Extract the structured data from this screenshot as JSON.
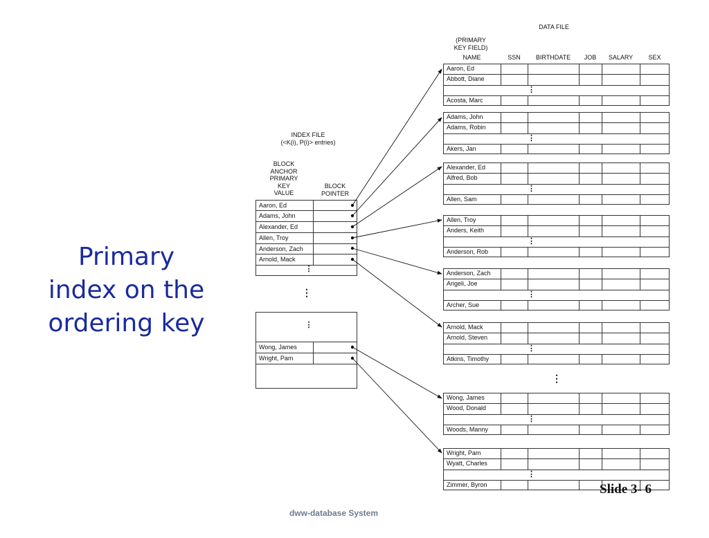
{
  "title_lines": [
    "Primary",
    "index on the",
    "ordering key"
  ],
  "footer": "dww-database System",
  "slide_number": "Slide 3- 6",
  "data_file": {
    "label": "DATA FILE",
    "primary_key_label": [
      "(PRIMARY",
      "KEY FIELD)"
    ],
    "columns": [
      "NAME",
      "SSN",
      "BIRTHDATE",
      "JOB",
      "SALARY",
      "SEX"
    ],
    "blocks": [
      [
        "Aaron, Ed",
        "Abbott, Diane",
        "",
        "Acosta, Marc"
      ],
      [
        "Adams, John",
        "Adams, Robin",
        "",
        "Akers, Jan"
      ],
      [
        "Alexander, Ed",
        "Alfred, Bob",
        "",
        "Allen, Sam"
      ],
      [
        "Allen, Troy",
        "Anders, Keith",
        "",
        "Anderson, Rob"
      ],
      [
        "Anderson, Zach",
        "Angeli, Joe",
        "",
        "Archer, Sue"
      ],
      [
        "Arnold, Mack",
        "Arnold, Steven",
        "",
        "Atkins, Timothy"
      ],
      [
        "Wong, James",
        "Wood, Donald",
        "",
        "Woods, Manny"
      ],
      [
        "Wright, Pam",
        "Wyatt, Charles",
        "",
        "Zimmer, Byron"
      ]
    ]
  },
  "index_file": {
    "label_lines": [
      "INDEX FILE",
      "(<K(i), P(i)> entries)"
    ],
    "key_header_lines": [
      "BLOCK",
      "ANCHOR",
      "PRIMARY",
      "KEY",
      "VALUE"
    ],
    "pointer_header_lines": [
      "BLOCK",
      "POINTER"
    ],
    "entries_block1": [
      "Aaron, Ed",
      "Adams, John",
      "Alexander, Ed",
      "Allen, Troy",
      "Anderson, Zach",
      "Arnold, Mack"
    ],
    "entries_block2": [
      "Wong, James",
      "Wright, Pam"
    ]
  }
}
